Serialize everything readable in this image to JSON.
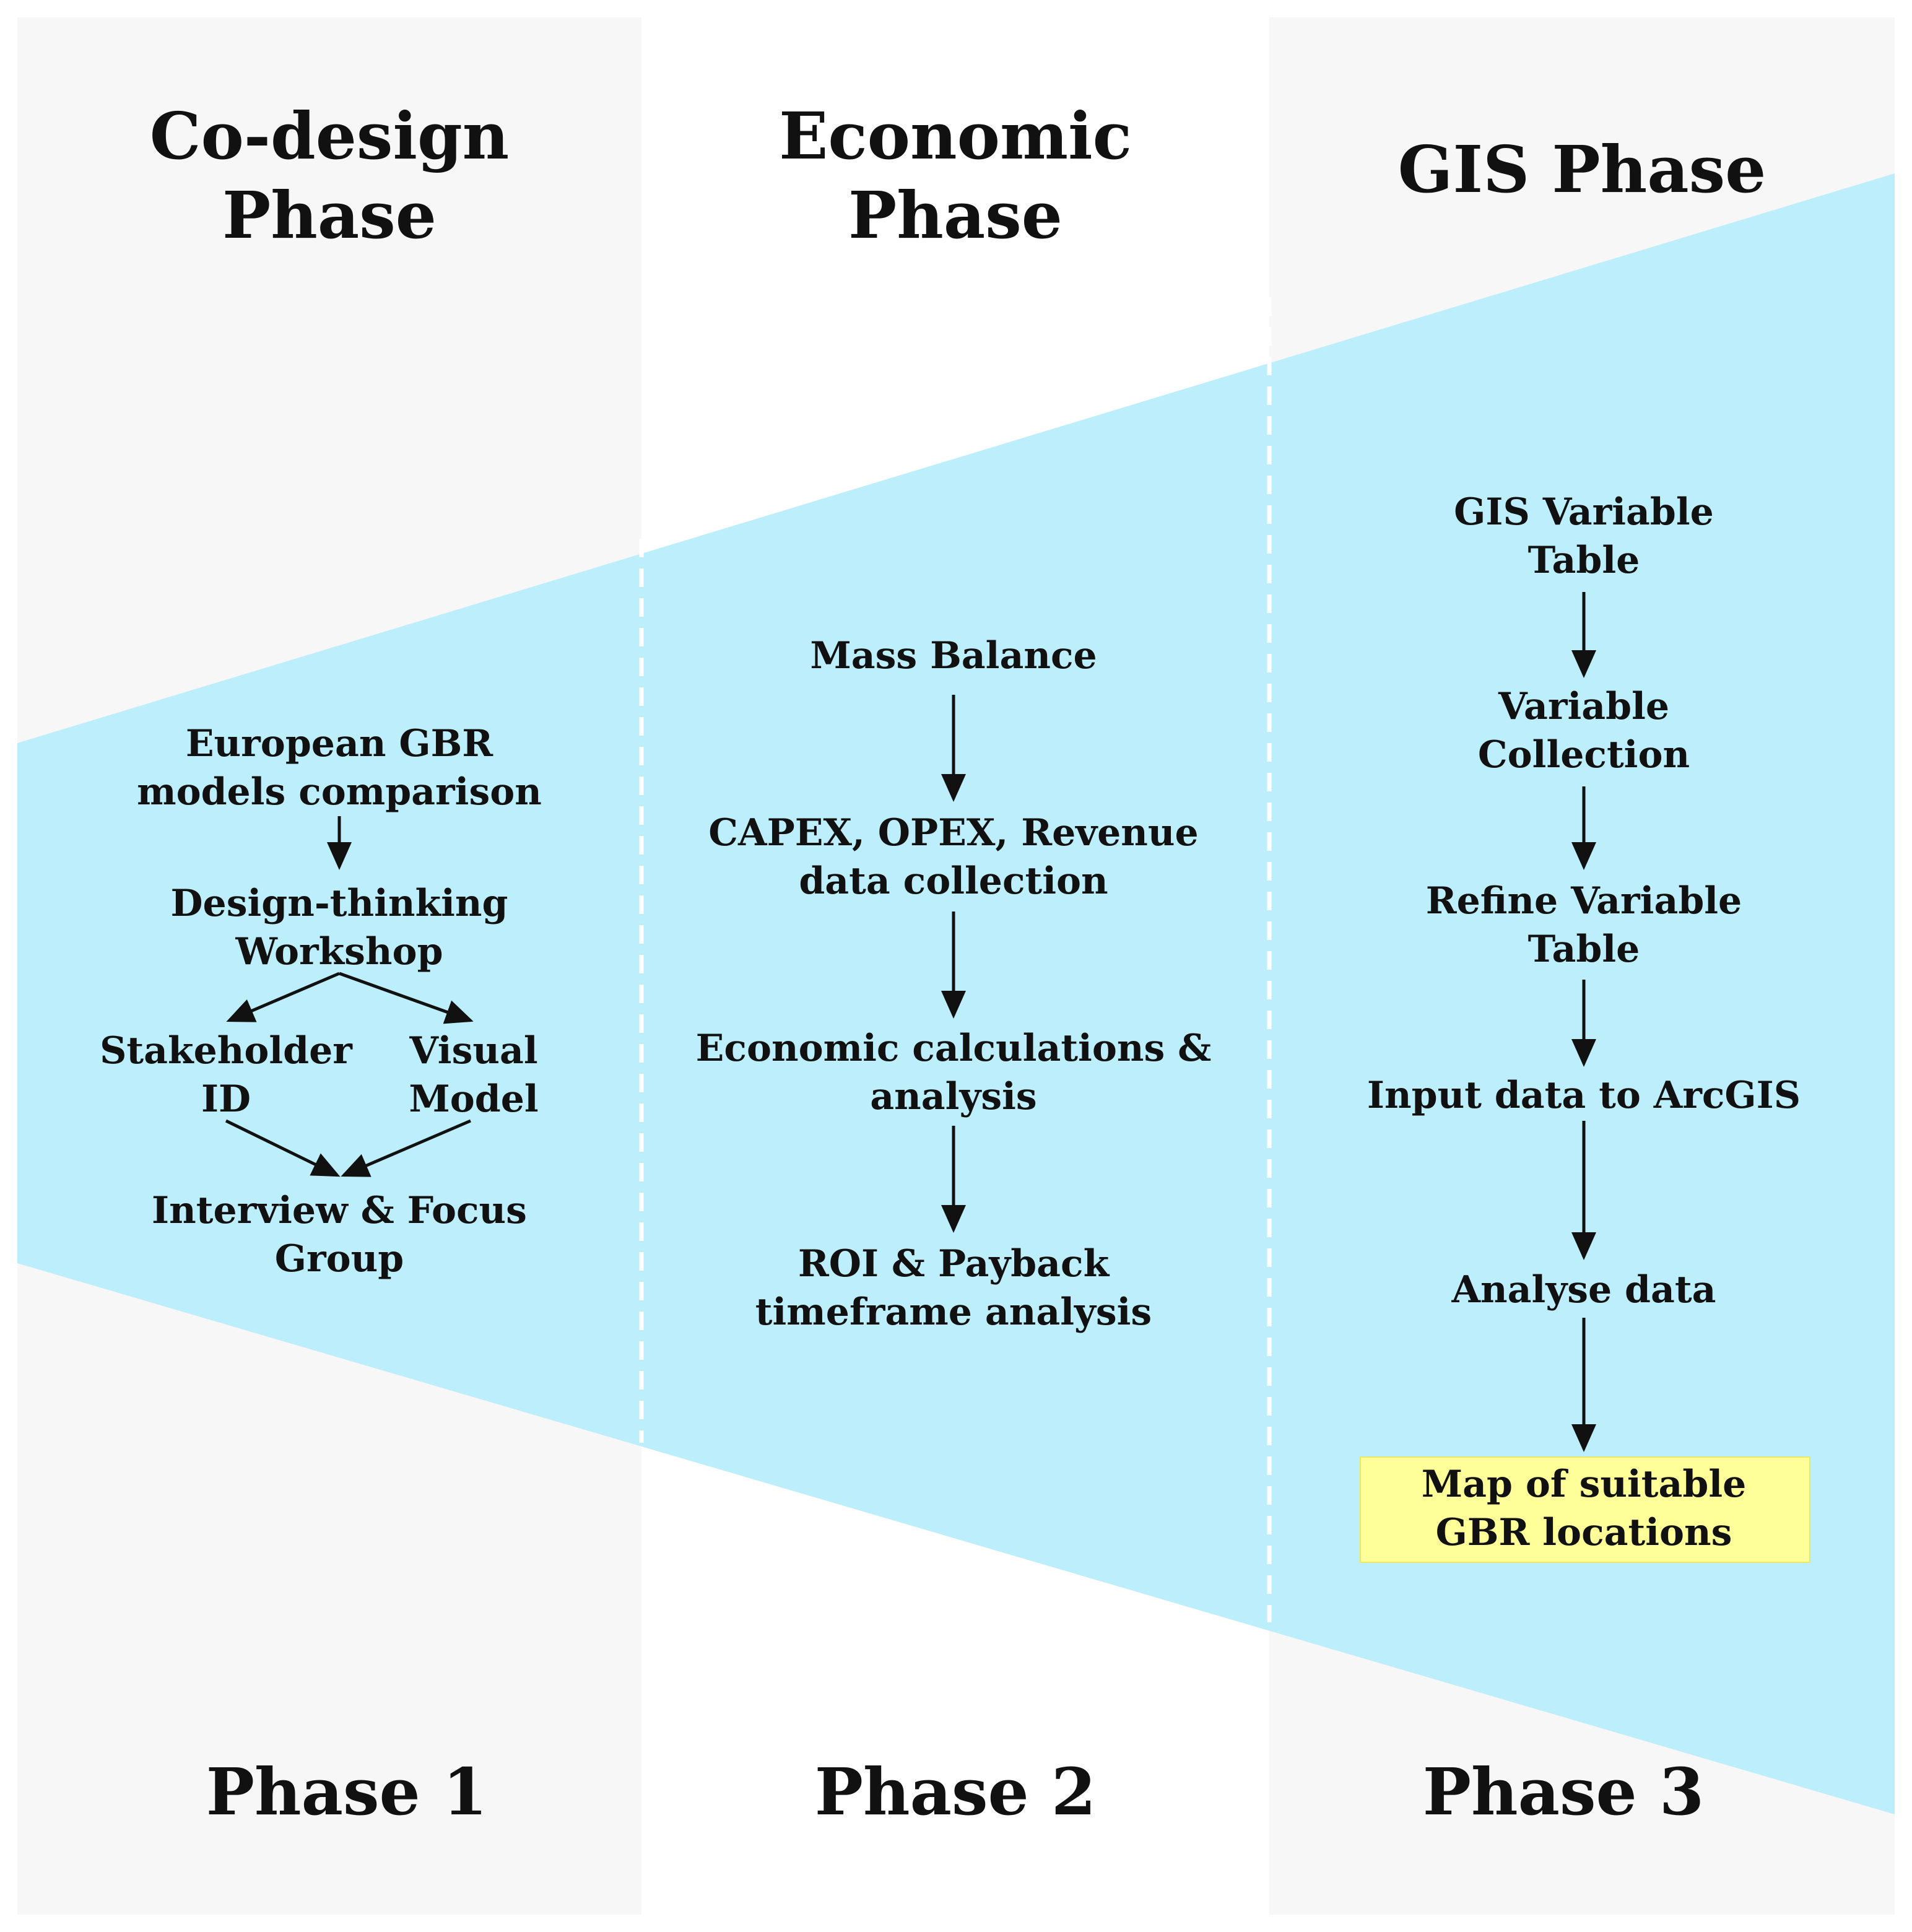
{
  "phases": [
    {
      "header": "Co-design\nPhase",
      "footer": "Phase 1",
      "nodes": {
        "european": "European GBR\nmodels comparison",
        "design_thinking": "Design-thinking\nWorkshop",
        "stakeholder": "Stakeholder\nID",
        "visual_model": "Visual\nModel",
        "interview": "Interview & Focus\nGroup"
      }
    },
    {
      "header": "Economic\nPhase",
      "footer": "Phase 2",
      "nodes": {
        "mass_balance": "Mass Balance",
        "capex": "CAPEX, OPEX, Revenue\ndata collection",
        "econ_calc": "Economic calculations &\nanalysis",
        "roi": "ROI & Payback\ntimeframe analysis"
      }
    },
    {
      "header": "GIS Phase",
      "footer": "Phase 3",
      "nodes": {
        "gis_table": "GIS Variable\nTable",
        "var_collection": "Variable\nCollection",
        "refine": "Refine Variable\nTable",
        "input_data": "Input data to ArcGIS",
        "analyse": "Analyse data",
        "map": "Map of suitable\nGBR locations"
      }
    }
  ],
  "colors": {
    "funnel": "#bdeefb",
    "panel_grey": "#f7f7f7",
    "highlight": "#ffff99",
    "divider": "#ffffff"
  }
}
